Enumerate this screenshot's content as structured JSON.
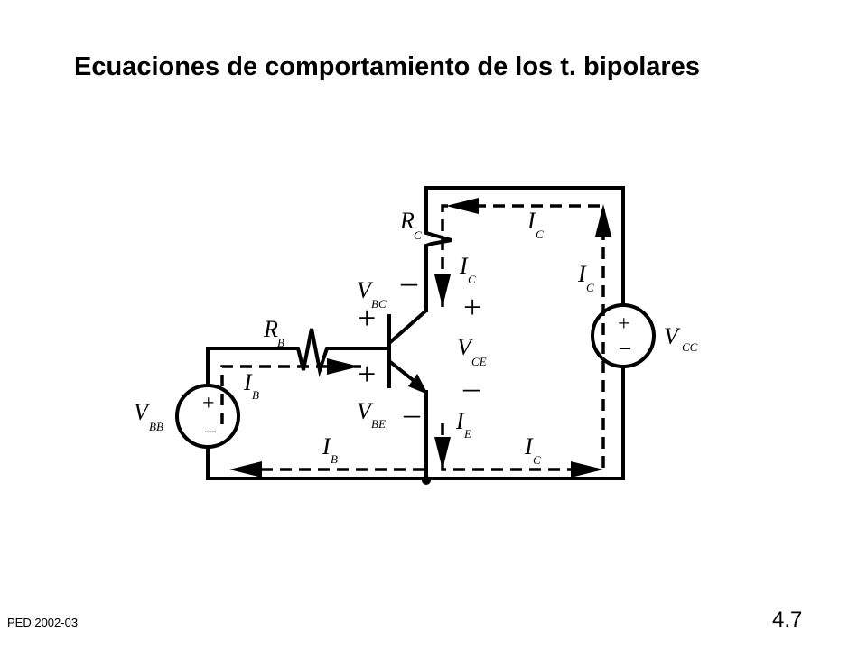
{
  "slide": {
    "title": "Ecuaciones de comportamiento de los t. bipolares",
    "footer_left": "PED   2002-03",
    "page_number": "4.7"
  },
  "circuit": {
    "components": {
      "rb": {
        "main": "R",
        "sub": "B"
      },
      "rc": {
        "main": "R",
        "sub": "C"
      },
      "vbb": {
        "main": "V",
        "sub": "BB"
      },
      "vcc": {
        "main": "V",
        "sub": "CC"
      },
      "vbc": {
        "main": "V",
        "sub": "BC"
      },
      "vbe": {
        "main": "V",
        "sub": "BE"
      },
      "vce": {
        "main": "V",
        "sub": "CE"
      }
    },
    "currents": {
      "ib_top": {
        "main": "I",
        "sub": "B"
      },
      "ib_bottom": {
        "main": "I",
        "sub": "B"
      },
      "ic_top": {
        "main": "I",
        "sub": "C"
      },
      "ic_collector": {
        "main": "I",
        "sub": "C"
      },
      "ic_right": {
        "main": "I",
        "sub": "C"
      },
      "ic_bottom": {
        "main": "I",
        "sub": "C"
      },
      "ie": {
        "main": "I",
        "sub": "E"
      }
    },
    "signs": {
      "plus": "+",
      "minus": "–"
    }
  }
}
